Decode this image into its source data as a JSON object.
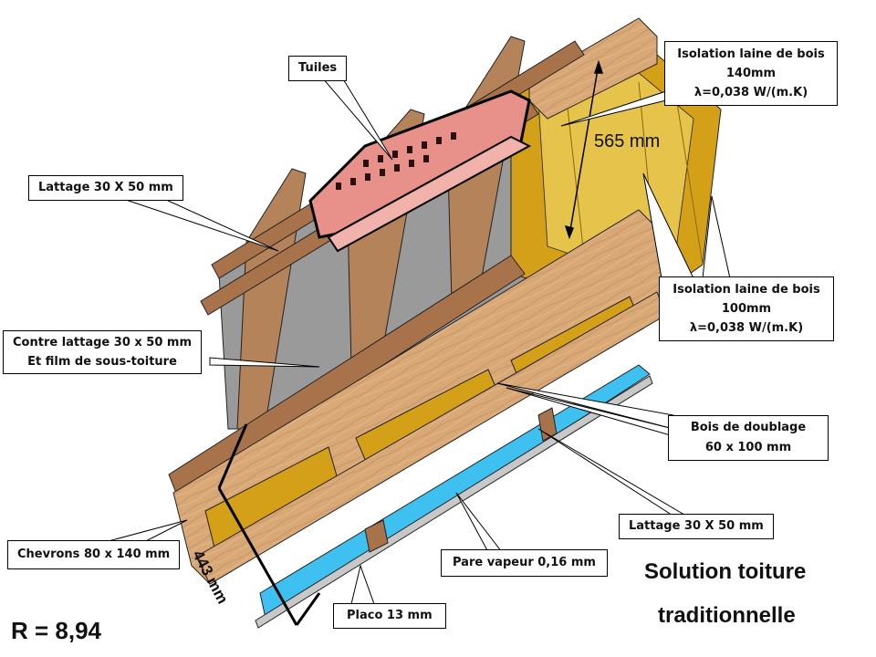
{
  "diagram": {
    "title_line1": "Solution toiture",
    "title_line2": "traditionnelle",
    "resistance": "R = 8,94",
    "dimensions": {
      "rafter_spacing": "565 mm",
      "section_depth": "443 mm"
    },
    "callouts": {
      "tuiles": "Tuiles",
      "lattage_top": "Lattage 30 X 50 mm",
      "contre_lattage_line1": "Contre lattage 30 x 50 mm",
      "contre_lattage_line2": "Et film de sous-toiture",
      "chevrons": "Chevrons 80 x 140 mm",
      "isolation_140_line1": "Isolation laine de bois",
      "isolation_140_line2": "140mm",
      "isolation_140_line3": "λ=0,038 W/(m.K)",
      "isolation_100_line1": "Isolation laine de bois",
      "isolation_100_line2": "100mm",
      "isolation_100_line3": "λ=0,038 W/(m.K)",
      "bois_doublage_line1": "Bois de doublage",
      "bois_doublage_line2": "60 x 100 mm",
      "lattage_bottom": "Lattage 30 X 50 mm",
      "pare_vapeur": "Pare vapeur 0,16 mm",
      "placo": "Placo 13 mm"
    },
    "colors": {
      "wood": "#D9A877",
      "wood_dark": "#A8724A",
      "batten": "#B5835A",
      "insulation": "#D4A017",
      "insulation_light": "#E6C34A",
      "membrane": "#9A9A9A",
      "tile": "#E8908A",
      "vapour_barrier": "#3EC1F0",
      "plasterboard": "#C8C8C8"
    }
  }
}
